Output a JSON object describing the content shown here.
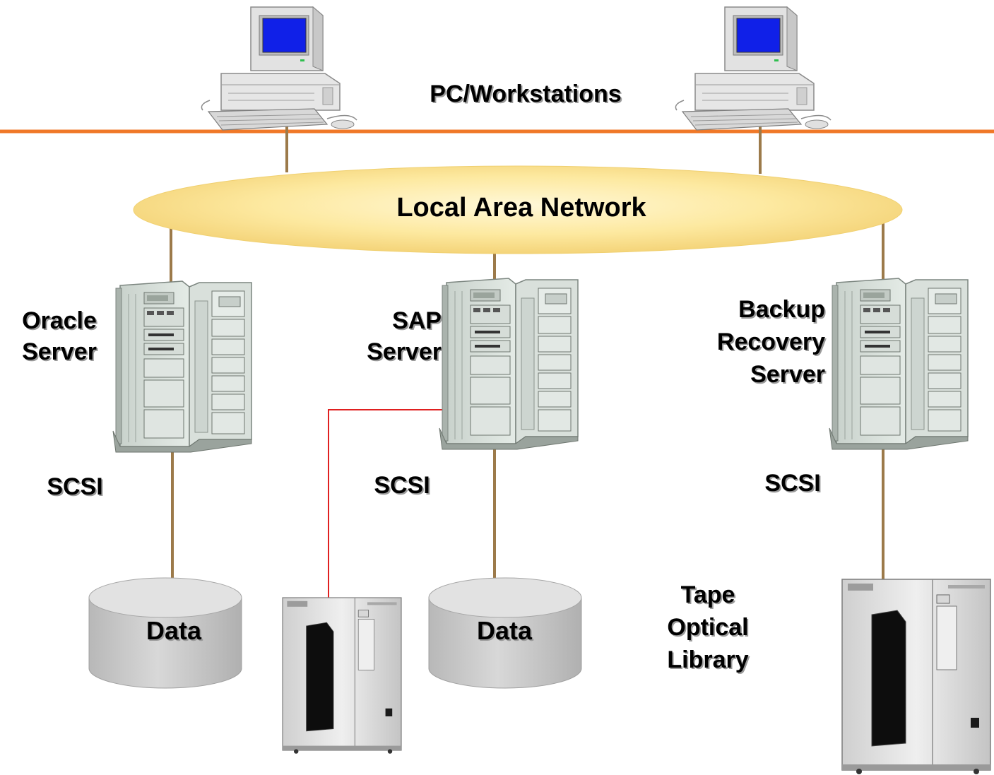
{
  "labels": {
    "workstations": "PC/Workstations",
    "lan": "Local Area Network",
    "oracle_server": [
      "Oracle",
      "Server"
    ],
    "sap_server": [
      "SAP",
      "Server"
    ],
    "backup_server": [
      "Backup",
      "Recovery",
      "Server"
    ],
    "scsi": "SCSI",
    "data": "Data",
    "tape_library": [
      "Tape",
      "Optical",
      "Library"
    ]
  },
  "colors": {
    "backbone": "#f07828",
    "connector": "#9c7a4a",
    "lan_fill": "#fde9a0",
    "sap_link": "#e02020",
    "screen": "#1020e8",
    "disk": "#cfcfcf"
  },
  "icons": {
    "workstation": "desktop-computer-icon",
    "server": "tower-server-icon",
    "disk": "disk-cylinder-icon",
    "library": "tape-library-icon"
  }
}
